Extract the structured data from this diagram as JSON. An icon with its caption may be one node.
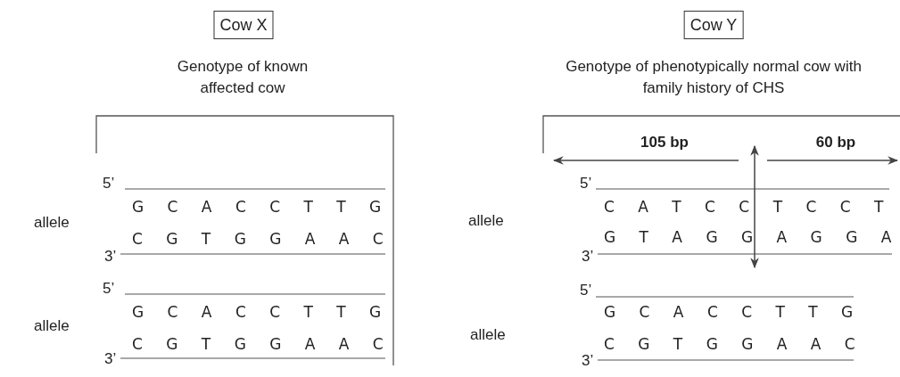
{
  "diagram": {
    "nodes": [
      {
        "text": [
          "Cow X"
        ]
      },
      {
        "text": [
          "Cow Y"
        ]
      }
    ],
    "labels": [
      "Genotype of known affected cow",
      "Genotype of phenotypically normal cow with family history of CHS",
      "105 bp",
      "60 bp",
      "allele",
      "5’",
      "G C A C C T T G",
      "3’",
      "C G T G G A A C",
      "allele",
      "5’",
      "G C A C C T T G",
      "3’",
      "C G T G G A A C",
      "allele",
      "5’",
      "C A T C C T C C T",
      "3’",
      "G T A G G A G G A",
      "allele",
      "5’",
      "G C A C C T T G",
      "3’",
      "C G T G G A A C"
    ]
  }
}
